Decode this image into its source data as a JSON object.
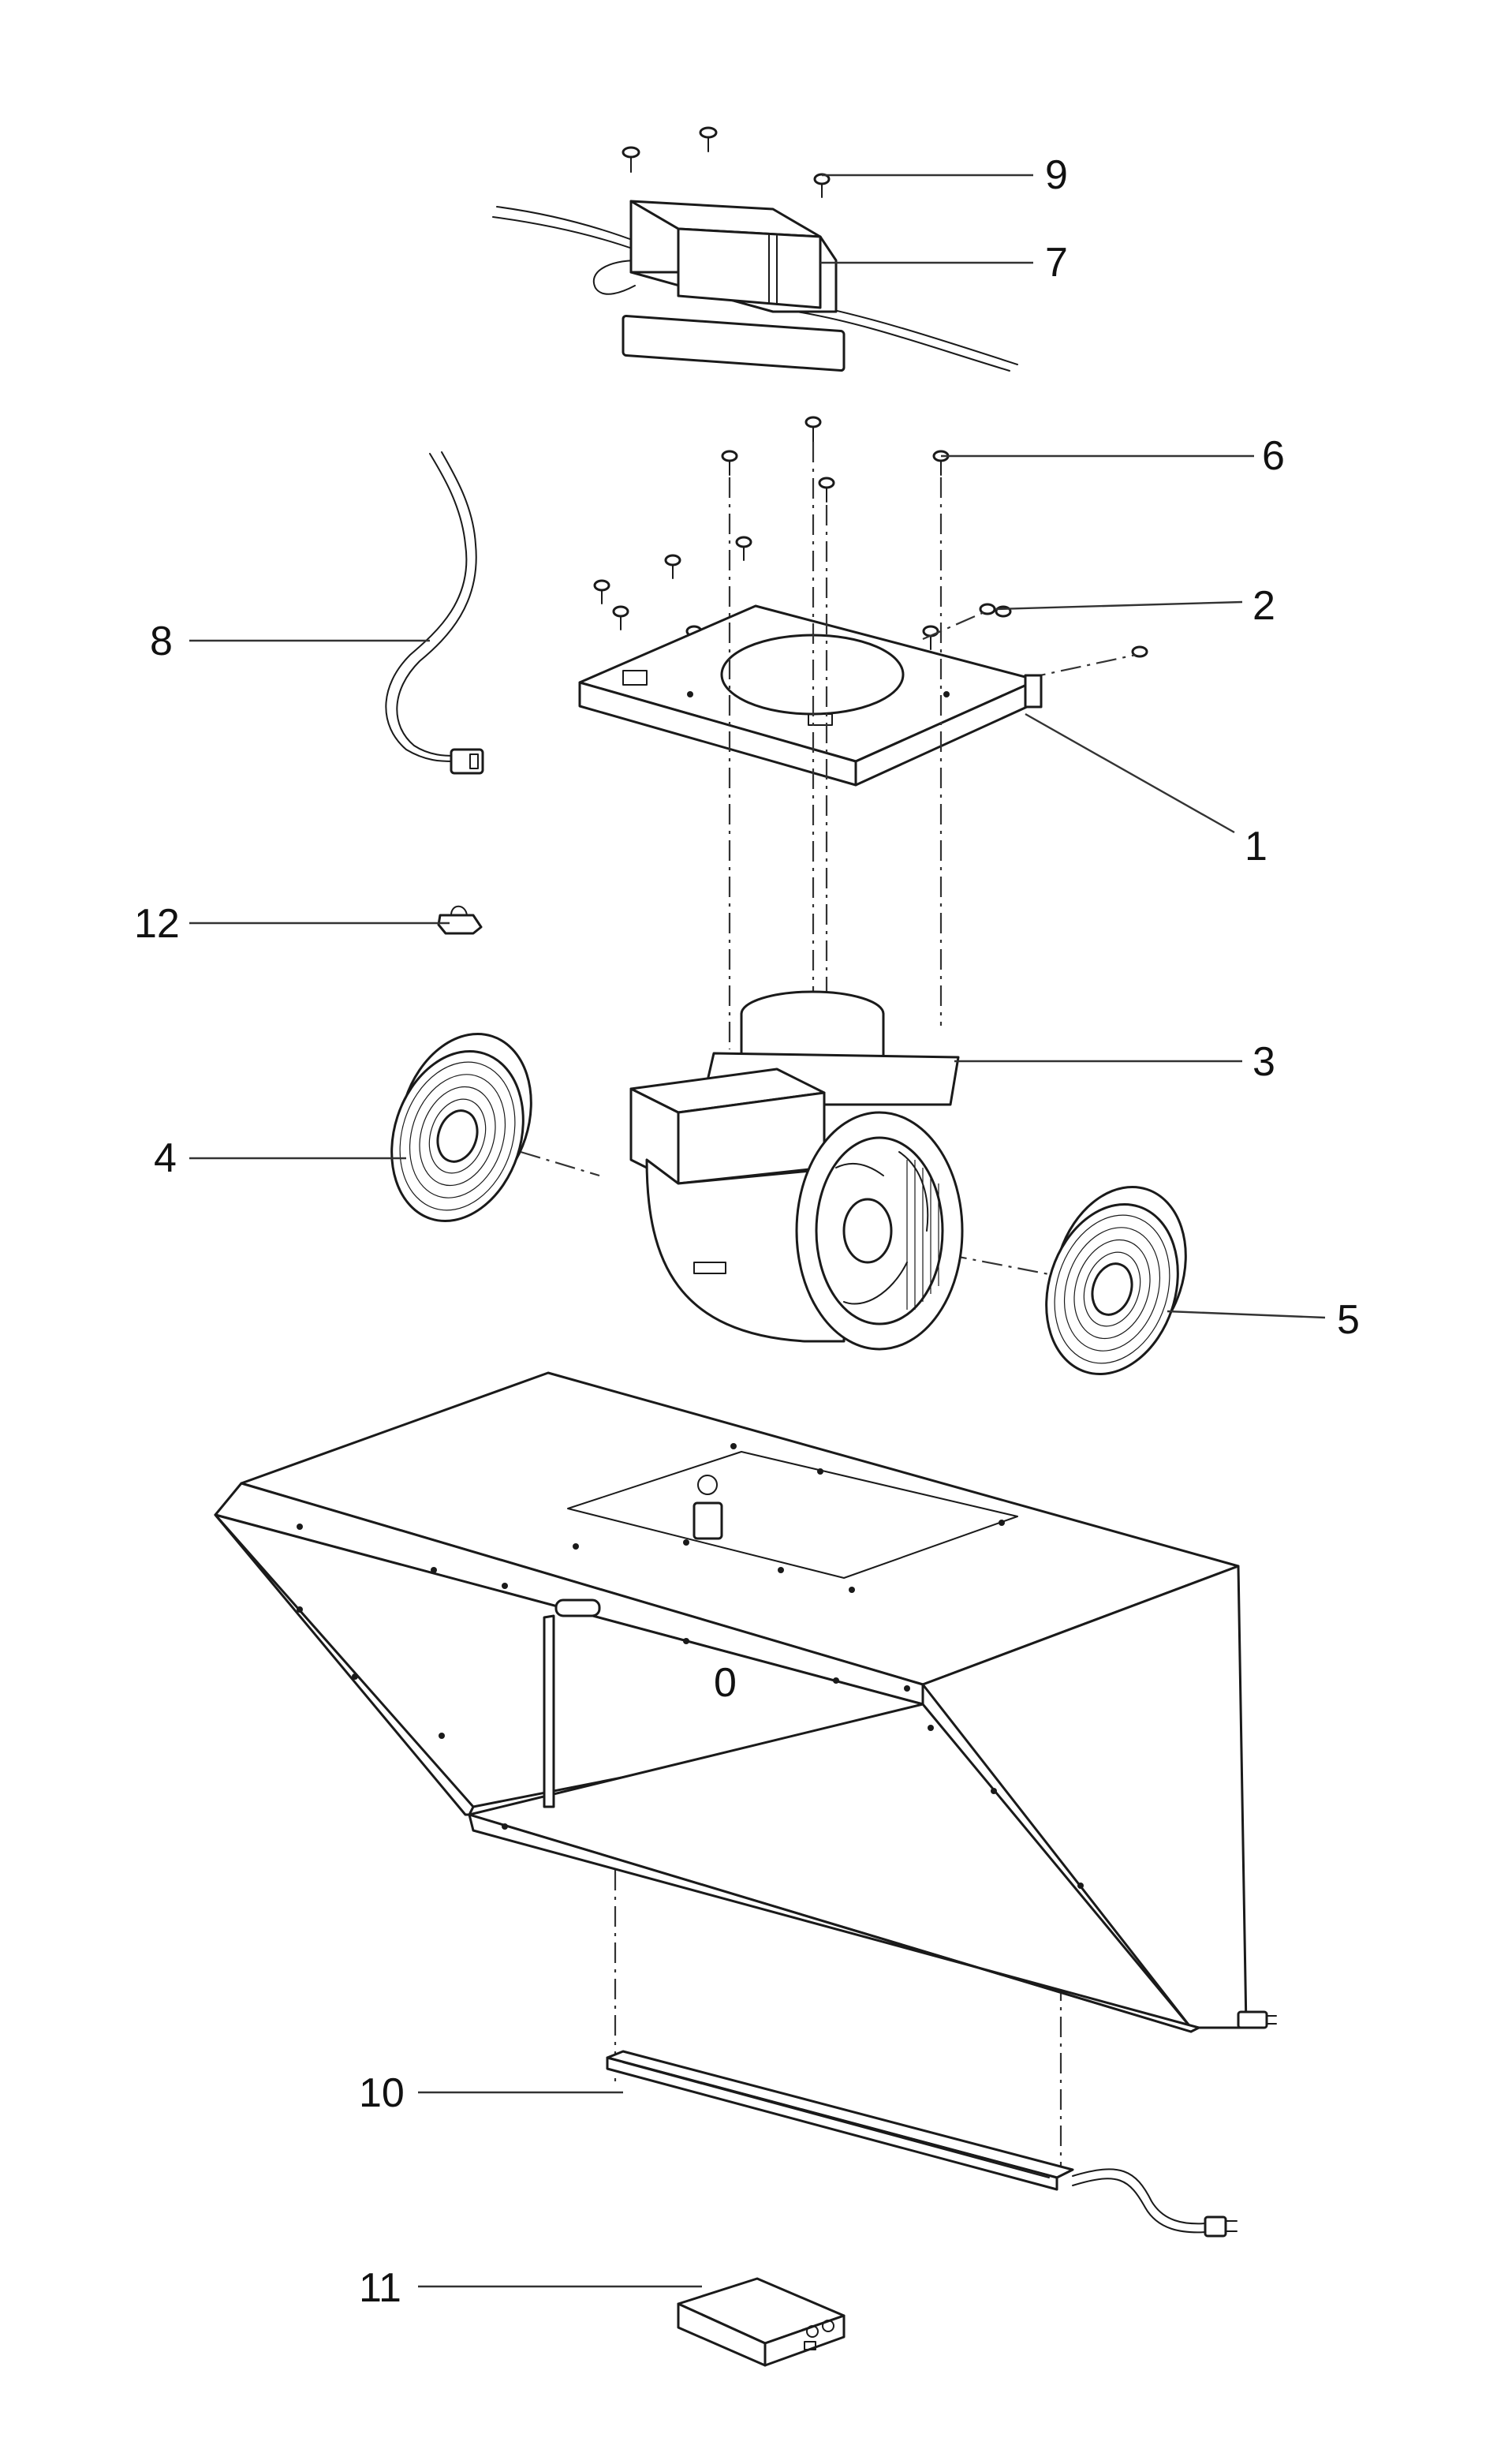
{
  "diagram": {
    "type": "exploded-parts-view",
    "callouts": [
      {
        "id": "1",
        "label": "1"
      },
      {
        "id": "2",
        "label": "2"
      },
      {
        "id": "3",
        "label": "3"
      },
      {
        "id": "4",
        "label": "4"
      },
      {
        "id": "5",
        "label": "5"
      },
      {
        "id": "6",
        "label": "6"
      },
      {
        "id": "7",
        "label": "7"
      },
      {
        "id": "8",
        "label": "8"
      },
      {
        "id": "9",
        "label": "9"
      },
      {
        "id": "10",
        "label": "10"
      },
      {
        "id": "11",
        "label": "11"
      },
      {
        "id": "12",
        "label": "12"
      }
    ],
    "hood_marking": "0"
  }
}
